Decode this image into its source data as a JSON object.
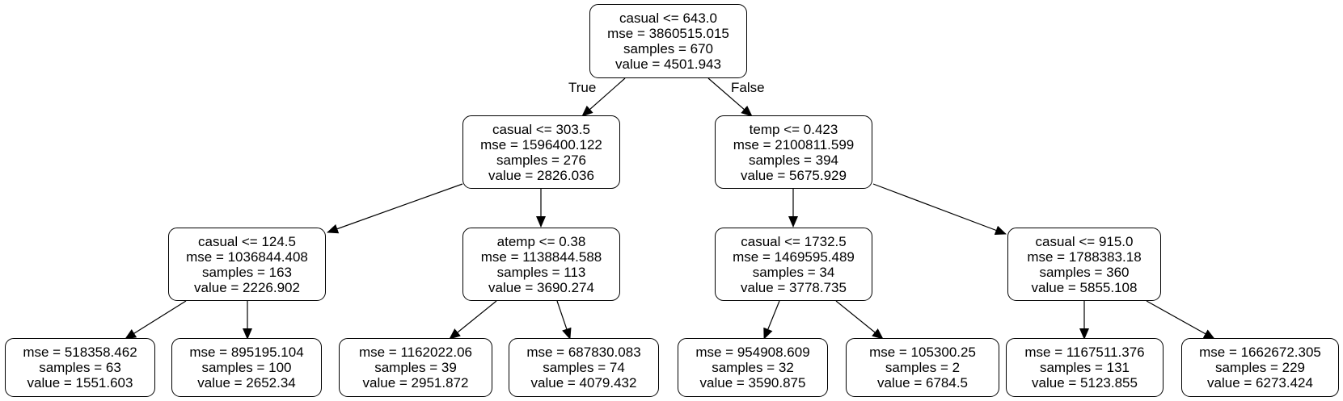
{
  "tree": {
    "edge_labels": {
      "true_label": "True",
      "false_label": "False"
    },
    "nodes": {
      "root": {
        "lines": [
          "casual <= 643.0",
          "mse = 3860515.015",
          "samples = 670",
          "value = 4501.943"
        ]
      },
      "n1": {
        "lines": [
          "casual <= 303.5",
          "mse = 1596400.122",
          "samples = 276",
          "value = 2826.036"
        ]
      },
      "n2": {
        "lines": [
          "temp <= 0.423",
          "mse = 2100811.599",
          "samples = 394",
          "value = 5675.929"
        ]
      },
      "n3": {
        "lines": [
          "casual <= 124.5",
          "mse = 1036844.408",
          "samples = 163",
          "value = 2226.902"
        ]
      },
      "n4": {
        "lines": [
          "atemp <= 0.38",
          "mse = 1138844.588",
          "samples = 113",
          "value = 3690.274"
        ]
      },
      "n5": {
        "lines": [
          "casual <= 1732.5",
          "mse = 1469595.489",
          "samples = 34",
          "value = 3778.735"
        ]
      },
      "n6": {
        "lines": [
          "casual <= 915.0",
          "mse = 1788383.18",
          "samples = 360",
          "value = 5855.108"
        ]
      },
      "l1": {
        "lines": [
          "mse = 518358.462",
          "samples = 63",
          "value = 1551.603"
        ]
      },
      "l2": {
        "lines": [
          "mse = 895195.104",
          "samples = 100",
          "value = 2652.34"
        ]
      },
      "l3": {
        "lines": [
          "mse = 1162022.06",
          "samples = 39",
          "value = 2951.872"
        ]
      },
      "l4": {
        "lines": [
          "mse = 687830.083",
          "samples = 74",
          "value = 4079.432"
        ]
      },
      "l5": {
        "lines": [
          "mse = 954908.609",
          "samples = 32",
          "value = 3590.875"
        ]
      },
      "l6": {
        "lines": [
          "mse = 105300.25",
          "samples = 2",
          "value = 6784.5"
        ]
      },
      "l7": {
        "lines": [
          "mse = 1167511.376",
          "samples = 131",
          "value = 5123.855"
        ]
      },
      "l8": {
        "lines": [
          "mse = 1662672.305",
          "samples = 229",
          "value = 6273.424"
        ]
      }
    }
  }
}
